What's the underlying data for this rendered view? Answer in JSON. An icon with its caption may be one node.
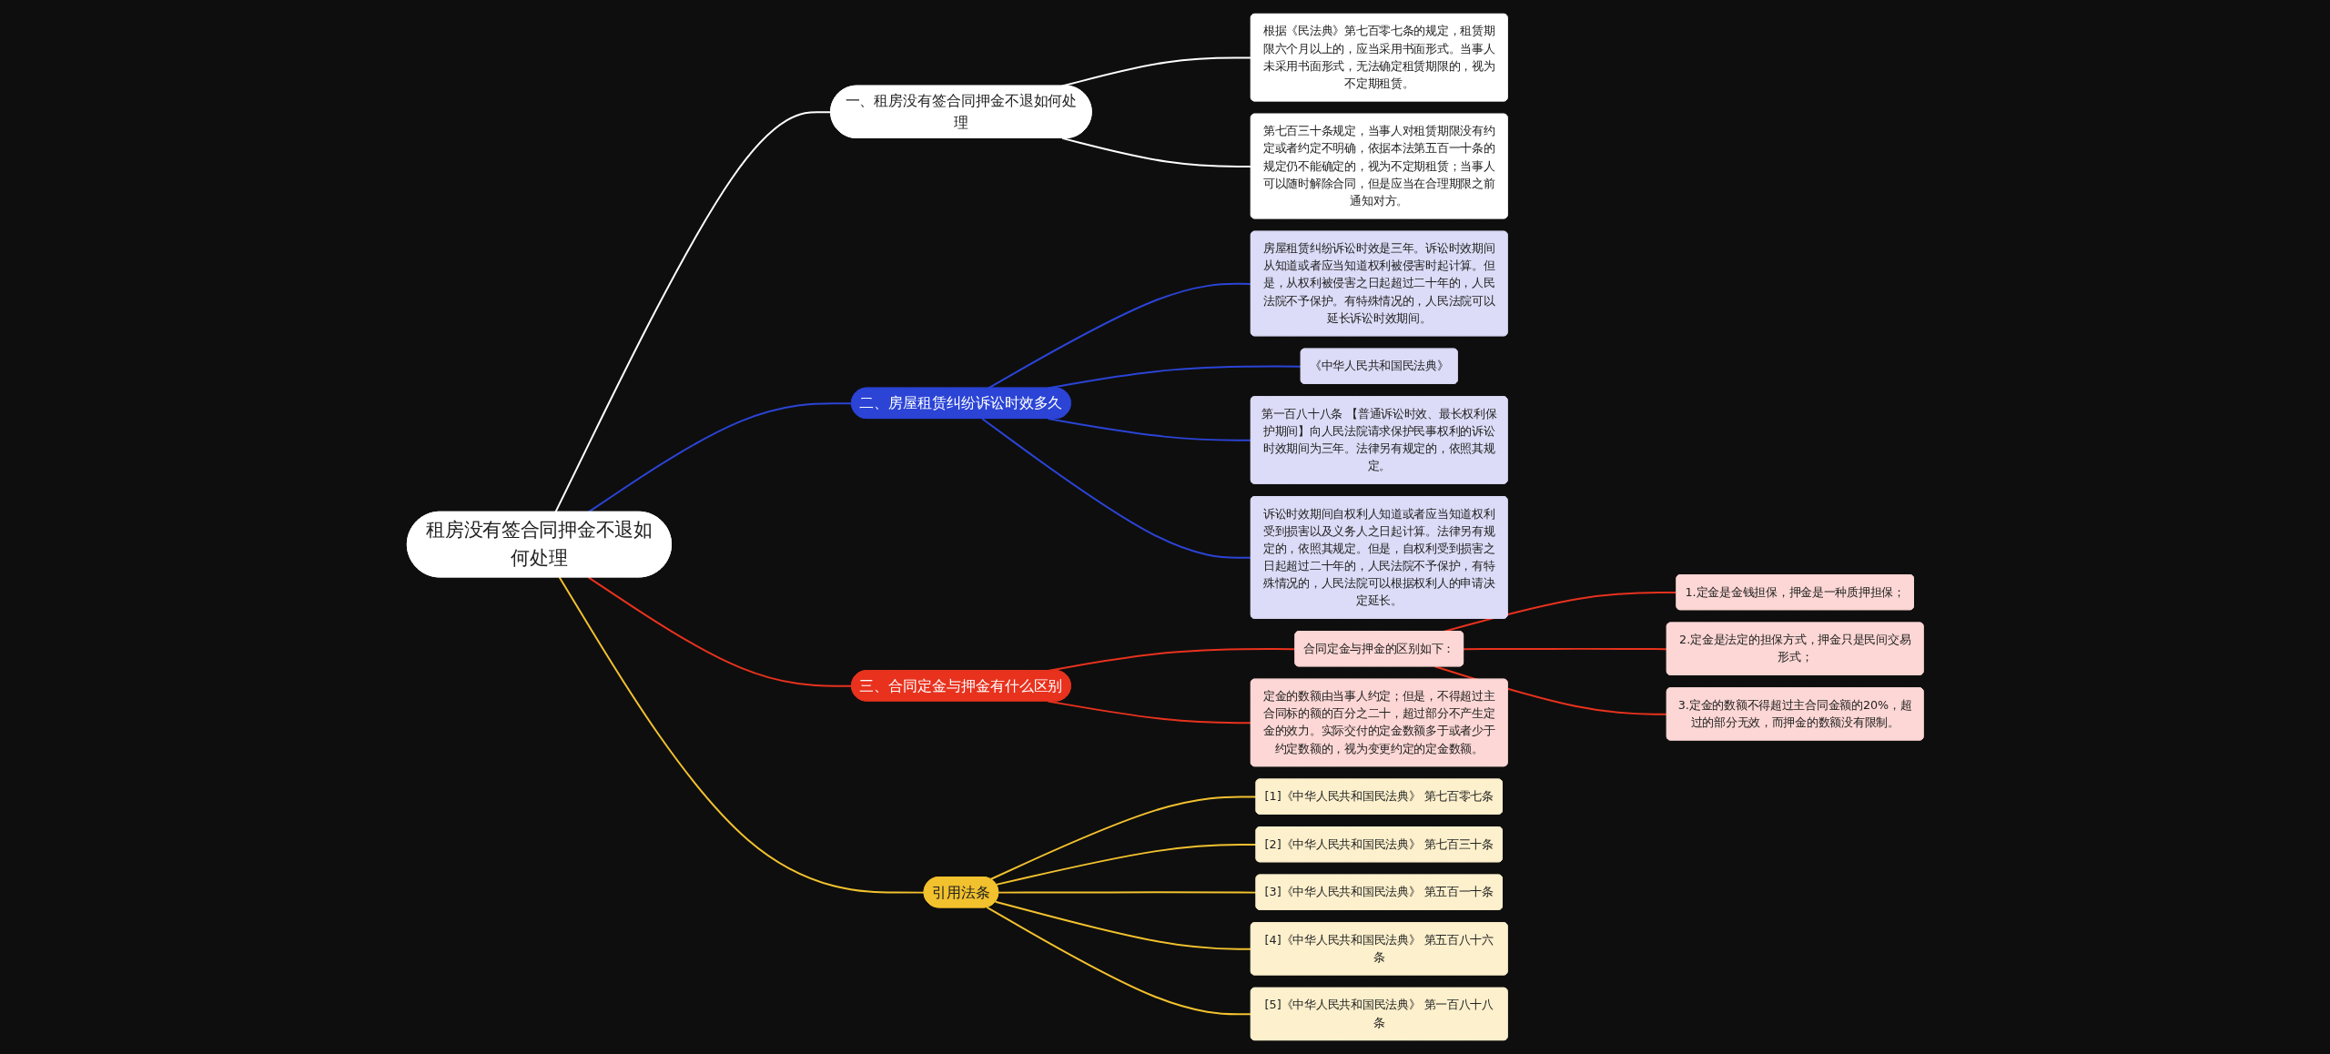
{
  "diagram": {
    "nodes": [
      {
        "text": [
          "租房没有签合同押金不退如何处理"
        ]
      },
      {
        "text": [
          "一、租房没有签合同押金不退如何处理"
        ]
      },
      {
        "text": [
          "根据《民法典》第七百零七条的规定，租赁期限六个月以上的，应当采用书面形式。当事人未采用书面形式，无法确定租赁期限的，视为不定期租赁。"
        ]
      },
      {
        "text": [
          "第七百三十条规定，当事人对租赁期限没有约定或者约定不明确，依据本法第五百一十条的规定仍不能确定的，视为不定期租赁；当事人可以随时解除合同，但是应当在合理期限之前通知对方。"
        ]
      },
      {
        "text": [
          "二、房屋租赁纠纷诉讼时效多久"
        ]
      },
      {
        "text": [
          "房屋租赁纠纷诉讼时效是三年。诉讼时效期间从知道或者应当知道权利被侵害时起计算。但是，从权利被侵害之日起超过二十年的，人民法院不予保护。有特殊情况的，人民法院可以延长诉讼时效期间。"
        ]
      },
      {
        "text": [
          "《中华人民共和国民法典》"
        ]
      },
      {
        "text": [
          "第一百八十八条 【普通诉讼时效、最长权利保护期间】向人民法院请求保护民事权利的诉讼时效期间为三年。法律另有规定的，依照其规定。"
        ]
      },
      {
        "text": [
          "诉讼时效期间自权利人知道或者应当知道权利受到损害以及义务人之日起计算。法律另有规定的，依照其规定。但是，自权利受到损害之日起超过二十年的，人民法院不予保护，有特殊情况的，人民法院可以根据权利人的申请决定延长。"
        ]
      },
      {
        "text": [
          "三、合同定金与押金有什么区别"
        ]
      },
      {
        "text": [
          "合同定金与押金的区别如下："
        ]
      },
      {
        "text": [
          "1.定金是金钱担保，押金是一种质押担保；"
        ]
      },
      {
        "text": [
          "2.定金是法定的担保方式，押金只是民间交易形式；"
        ]
      },
      {
        "text": [
          "3.定金的数额不得超过主合同金额的20%，超过的部分无效，而押金的数额没有限制。"
        ]
      },
      {
        "text": [
          "定金的数额由当事人约定；但是，不得超过主合同标的额的百分之二十，超过部分不产生定金的效力。实际交付的定金数额多于或者少于约定数额的，视为变更约定的定金数额。"
        ]
      },
      {
        "text": [
          "引用法条"
        ]
      },
      {
        "text": [
          "[1]《中华人民共和国民法典》 第七百零七条"
        ]
      },
      {
        "text": [
          "[2]《中华人民共和国民法典》 第七百三十条"
        ]
      },
      {
        "text": [
          "[3]《中华人民共和国民法典》 第五百一十条"
        ]
      },
      {
        "text": [
          "[4]《中华人民共和国民法典》 第五百八十六条"
        ]
      },
      {
        "text": [
          "[5]《中华人民共和国民法典》 第一百八十八条"
        ]
      }
    ],
    "edges": [
      {
        "from": 0,
        "to": 1,
        "arrow": "none",
        "color": "#ffffff"
      },
      {
        "from": 1,
        "to": 2,
        "arrow": "none",
        "color": "#ffffff"
      },
      {
        "from": 1,
        "to": 3,
        "arrow": "none",
        "color": "#ffffff"
      },
      {
        "from": 0,
        "to": 4,
        "arrow": "none",
        "color": "#2b44d6"
      },
      {
        "from": 4,
        "to": 5,
        "arrow": "none",
        "color": "#2b44d6"
      },
      {
        "from": 4,
        "to": 6,
        "arrow": "none",
        "color": "#2b44d6"
      },
      {
        "from": 4,
        "to": 7,
        "arrow": "none",
        "color": "#2b44d6"
      },
      {
        "from": 4,
        "to": 8,
        "arrow": "none",
        "color": "#2b44d6"
      },
      {
        "from": 0,
        "to": 9,
        "arrow": "none",
        "color": "#e8321e"
      },
      {
        "from": 9,
        "to": 10,
        "arrow": "none",
        "color": "#e8321e"
      },
      {
        "from": 10,
        "to": 11,
        "arrow": "none",
        "color": "#e8321e"
      },
      {
        "from": 10,
        "to": 12,
        "arrow": "none",
        "color": "#e8321e"
      },
      {
        "from": 10,
        "to": 13,
        "arrow": "none",
        "color": "#e8321e"
      },
      {
        "from": 9,
        "to": 14,
        "arrow": "none",
        "color": "#e8321e"
      },
      {
        "from": 0,
        "to": 15,
        "arrow": "none",
        "color": "#f2c12e"
      },
      {
        "from": 15,
        "to": 16,
        "arrow": "none",
        "color": "#f2c12e"
      },
      {
        "from": 15,
        "to": 17,
        "arrow": "none",
        "color": "#f2c12e"
      },
      {
        "from": 15,
        "to": 18,
        "arrow": "none",
        "color": "#f2c12e"
      },
      {
        "from": 15,
        "to": 19,
        "arrow": "none",
        "color": "#f2c12e"
      },
      {
        "from": 15,
        "to": 20,
        "arrow": "none",
        "color": "#f2c12e"
      }
    ]
  }
}
